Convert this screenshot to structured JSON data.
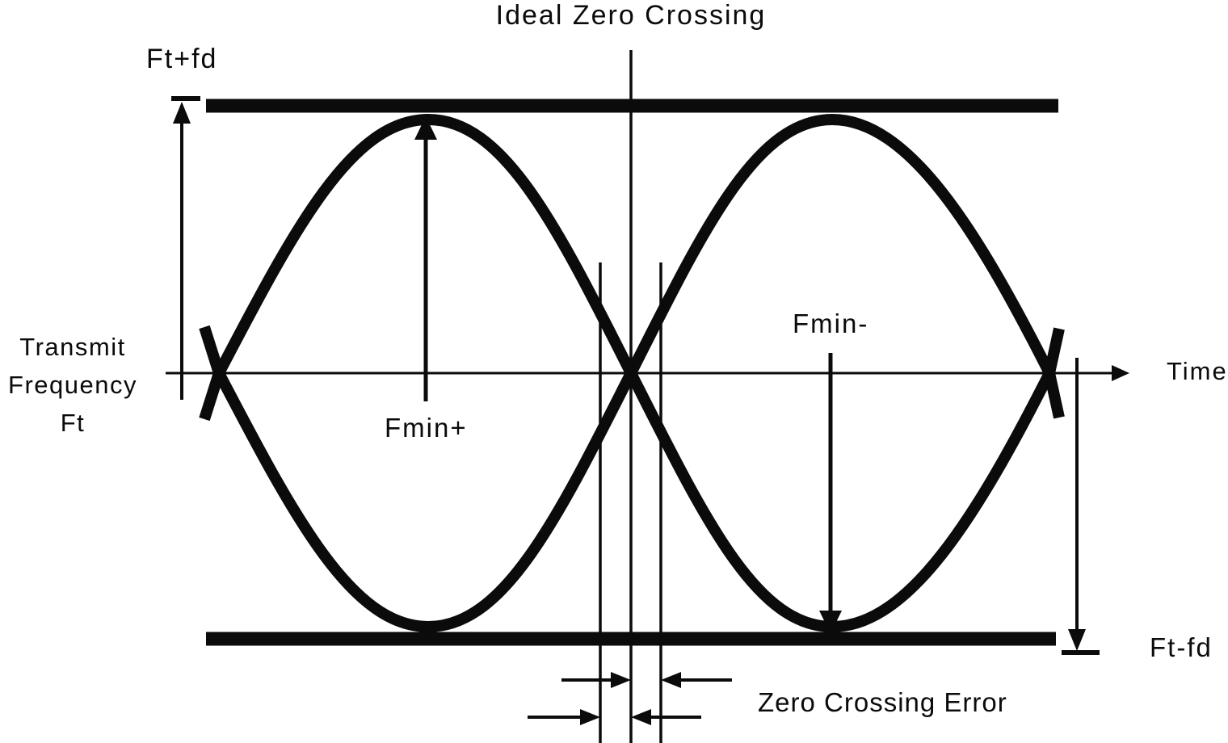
{
  "diagram": {
    "title": "Ideal Zero Crossing",
    "labels": {
      "upper_freq_limit": "Ft+fd",
      "lower_freq_limit": "Ft-fd",
      "y_axis_line1": "Transmit",
      "y_axis_line2": "Frequency",
      "y_axis_line3": "Ft",
      "x_axis": "Time",
      "fmin_plus": "Fmin+",
      "fmin_minus": "Fmin-",
      "error": "Zero Crossing Error"
    },
    "colors": {
      "foreground": "#000000",
      "background": "#ffffff"
    }
  }
}
